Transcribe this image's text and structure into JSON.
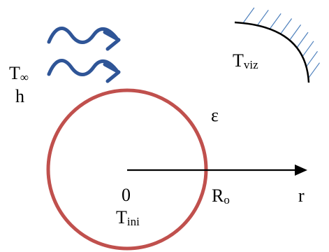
{
  "labels": {
    "t_inf": {
      "main": "T",
      "sub": "∞"
    },
    "h": "h",
    "t_viz": {
      "main": "T",
      "sub": "viz"
    },
    "epsilon": "ε",
    "origin": "0",
    "t_ini": {
      "main": "T",
      "sub": "ini"
    },
    "r_o": {
      "main": "R",
      "sub": "o"
    },
    "r": "r"
  },
  "colors": {
    "flow_arrows": "#2F5597",
    "circle": "#C0504D",
    "hatch": "#4F81BD",
    "axis": "#000000",
    "wall": "#000000"
  }
}
